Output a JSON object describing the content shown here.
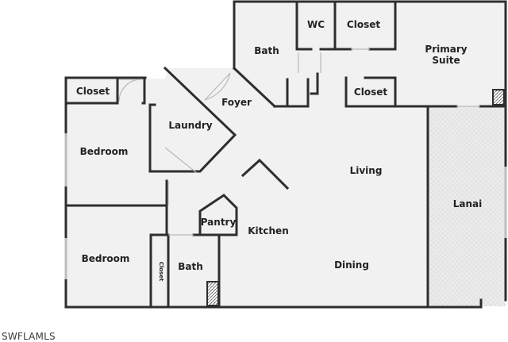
{
  "rooms": {
    "wc": "WC",
    "closet_top": "Closet",
    "bath_top": "Bath",
    "primary_suite_line1": "Primary",
    "primary_suite_line2": "Suite",
    "closet_primary": "Closet",
    "closet_left": "Closet",
    "foyer": "Foyer",
    "laundry": "Laundry",
    "bedroom_top": "Bedroom",
    "living": "Living",
    "lanai": "Lanai",
    "pantry": "Pantry",
    "kitchen": "Kitchen",
    "bedroom_bottom": "Bedroom",
    "closet_vertical": "Closet",
    "bath_bottom": "Bath",
    "dining": "Dining"
  },
  "watermark": "SWFLAMLS",
  "colors": {
    "wall": "#2e2e2e",
    "floor": "#f1f1f1",
    "lanai_tile": "#e4e4e4",
    "door_swing": "#b9b9b9"
  }
}
